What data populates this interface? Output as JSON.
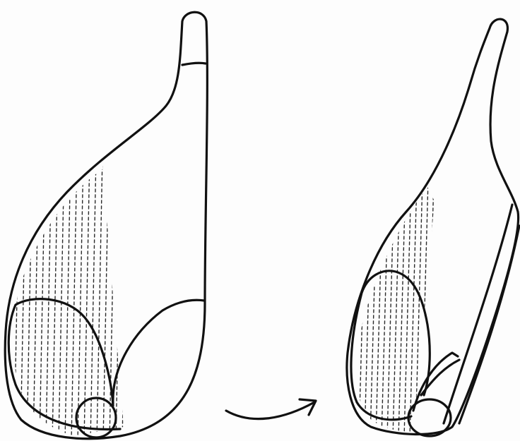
{
  "figure": {
    "panels": [
      "front-view",
      "side-view"
    ],
    "transition": "rotate-arrow",
    "colors": {
      "ink": "#111111",
      "paper": "#fdfdfd",
      "hatch": "#2a2a2a"
    }
  }
}
